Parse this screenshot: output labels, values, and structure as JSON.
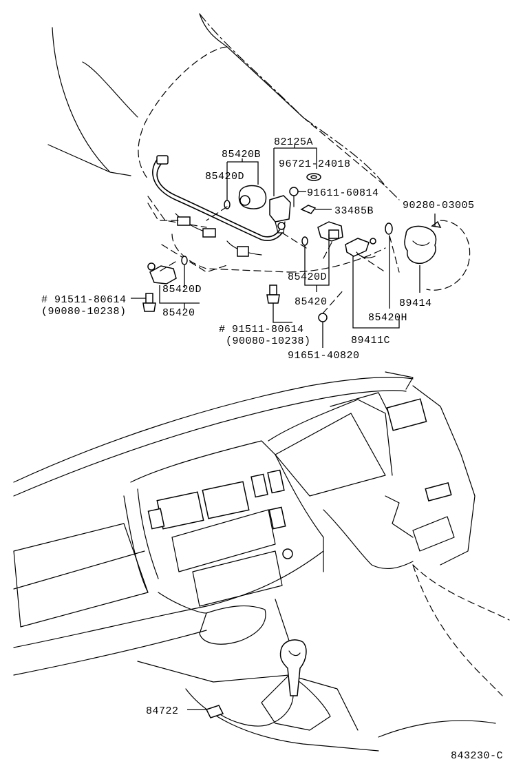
{
  "labels": {
    "p85420B": "85420B",
    "p82125A": "82125A",
    "p85420D_top": "85420D",
    "p96721": "96721-24018",
    "p91611": "91611-60814",
    "p33485B": "33485B",
    "p90280": "90280-03005",
    "p85420D_left": "85420D",
    "p85420_left": "85420",
    "p85420D_mid": "85420D",
    "p85420_mid": "85420",
    "p89414": "89414",
    "p85420H": "85420H",
    "p89411C": "89411C",
    "p91651": "91651-40820",
    "bolt_left_a": "# 91511-80614",
    "bolt_left_b": "(90080-10238)",
    "bolt_mid_a": "# 91511-80614",
    "bolt_mid_b": "(90080-10238)",
    "p84722": "84722",
    "diagram_code": "843230-C"
  }
}
